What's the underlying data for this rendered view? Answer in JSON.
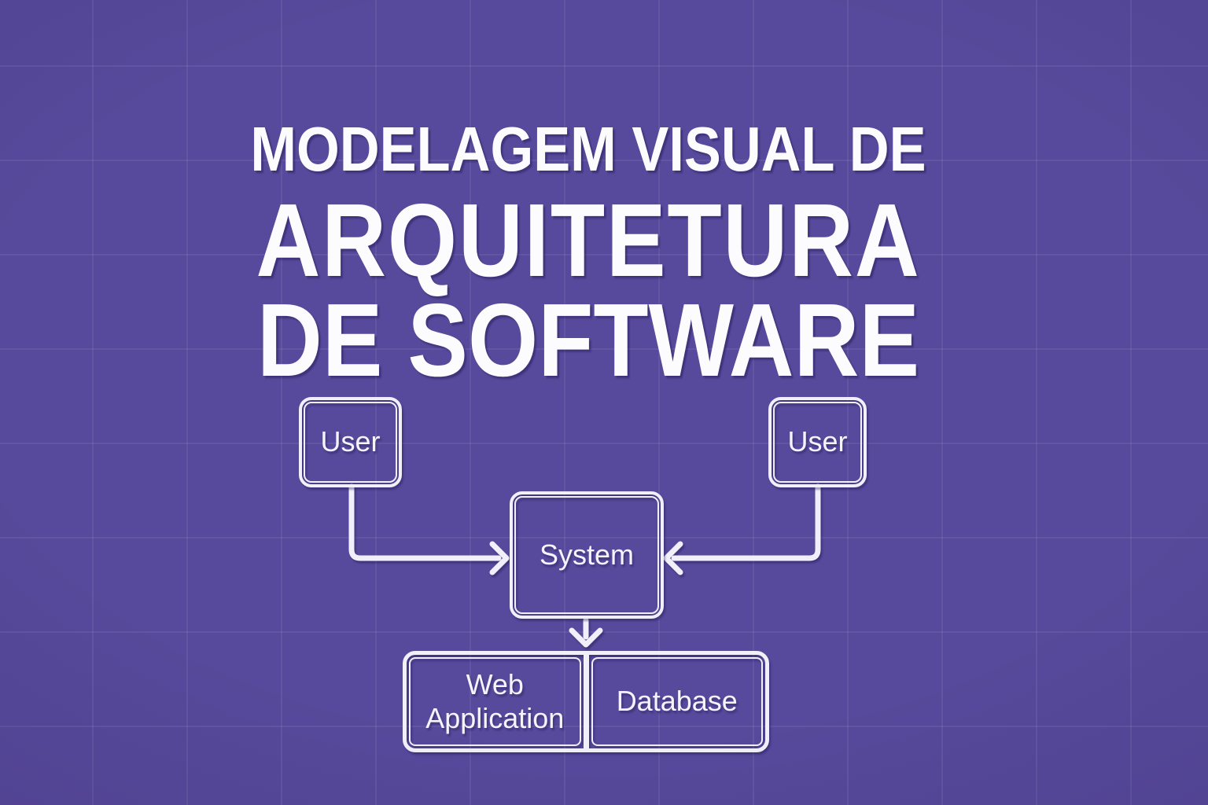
{
  "title": {
    "line1": "MODELAGEM VISUAL DE",
    "line2": "ARQUITETURA",
    "line3": "DE SOFTWARE"
  },
  "diagram": {
    "nodes": {
      "user_left": {
        "label": "User"
      },
      "user_right": {
        "label": "User"
      },
      "system": {
        "label": "System"
      },
      "web_application": {
        "label": "Web Application"
      },
      "database": {
        "label": "Database"
      }
    },
    "edges": [
      {
        "from": "user_left",
        "to": "system",
        "arrow_direction": "right"
      },
      {
        "from": "user_right",
        "to": "system",
        "arrow_direction": "left"
      },
      {
        "from": "system",
        "to": "web_application_database",
        "arrow_direction": "down"
      }
    ]
  },
  "colors": {
    "background": "#57499B",
    "grid_line": "rgba(255,255,255,0.065)",
    "stroke_white": "#F1EFF9",
    "title_text": "#FCFBFE",
    "shadow": "rgba(28,18,75,0.4)"
  }
}
